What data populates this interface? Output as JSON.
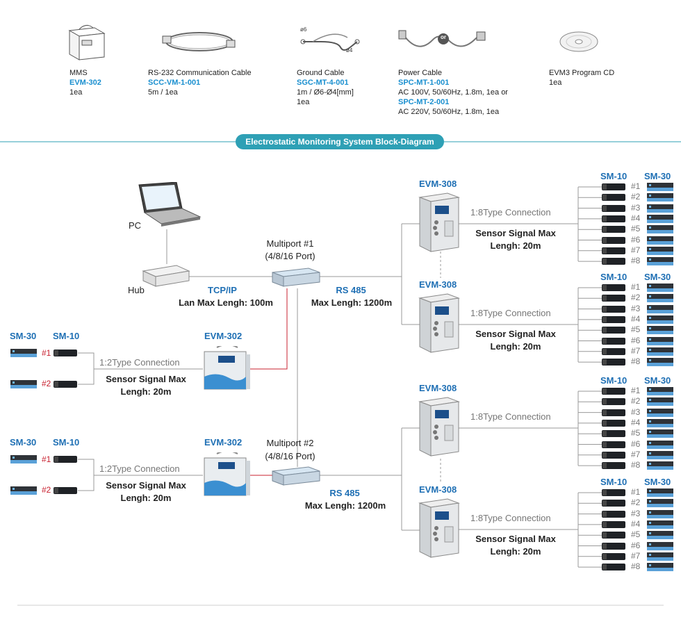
{
  "accessories": [
    {
      "name": "MMS",
      "code": "EVM-302",
      "detail": "1ea"
    },
    {
      "name": "RS-232 Communication Cable",
      "code": "SCC-VM-1-001",
      "detail": "5m / 1ea"
    },
    {
      "name": "Ground Cable",
      "code": "SGC-MT-4-001",
      "detail": "1m / Ø6-Ø4[mm]",
      "detail2": "1ea"
    },
    {
      "name": "Power Cable",
      "code": "SPC-MT-1-001",
      "detail": "AC 100V, 50/60Hz, 1.8m, 1ea or",
      "code2": "SPC-MT-2-001",
      "detail2": "AC 220V, 50/60Hz, 1.8m, 1ea"
    },
    {
      "name": "EVM3 Program CD",
      "detail": "1ea"
    }
  ],
  "ground_labels": {
    "d6": "ø6",
    "d4": "ø4"
  },
  "power_or": "or",
  "banner": "Electrostatic Monitoring System Block-Diagram",
  "left": {
    "pc": "PC",
    "hub": "Hub",
    "tcpip": "TCP/IP",
    "lan": "Lan Max Lengh: 100m",
    "multiport1": "Multiport #1",
    "multiport1_sub": "(4/8/16 Port)",
    "multiport2": "Multiport #2",
    "multiport2_sub": "(4/8/16 Port)",
    "rs485": "RS 485",
    "rs485_len": "Max Lengh: 1200m",
    "sm30": "SM-30",
    "sm10": "SM-10",
    "n1": "#1",
    "n2": "#2",
    "evm302": "EVM-302",
    "type12": "1:2Type Connection",
    "sig": "Sensor Signal Max",
    "sig_len": "Lengh: 20m"
  },
  "right": {
    "evm308": "EVM-308",
    "type18": "1:8Type Connection",
    "sig": "Sensor Signal Max",
    "sig_len": "Lengh: 20m",
    "sm10": "SM-10",
    "sm30": "SM-30",
    "ports": [
      "#1",
      "#2",
      "#3",
      "#4",
      "#5",
      "#6",
      "#7",
      "#8"
    ]
  },
  "colors": {
    "accent": "#1a8fcf",
    "heading_blue": "#1e6fb4",
    "red_line": "#c8202f",
    "banner": "#2ea0b5",
    "line": "#888888"
  }
}
